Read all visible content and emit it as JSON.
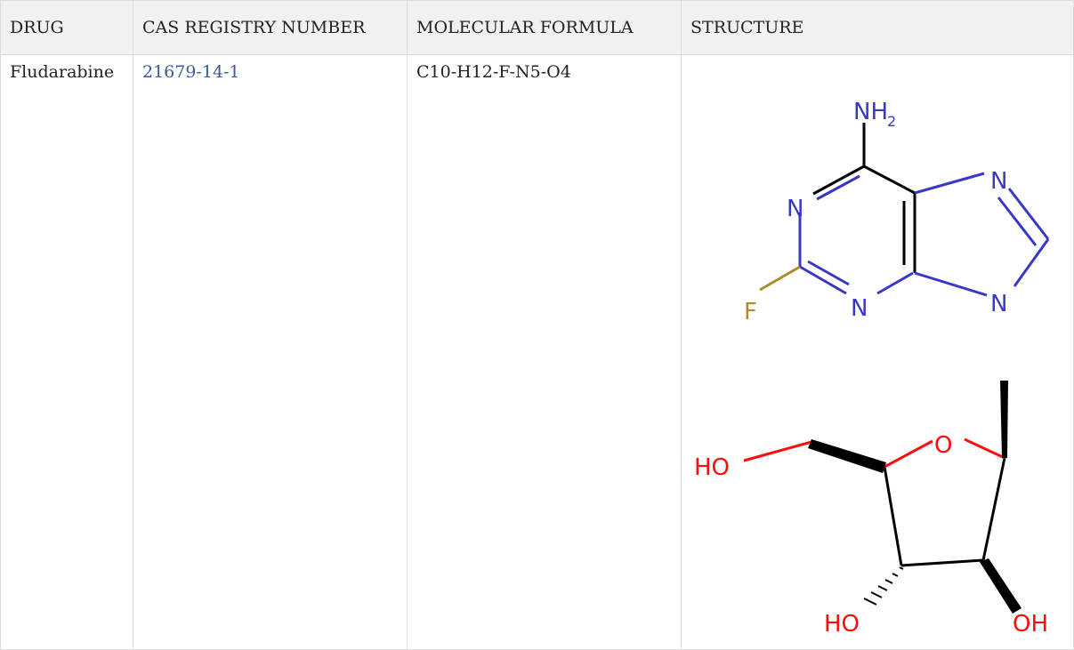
{
  "table": {
    "headers": [
      "DRUG",
      "CAS REGISTRY NUMBER",
      "MOLECULAR FORMULA",
      "STRUCTURE"
    ],
    "rows": [
      {
        "drug": "Fludarabine",
        "cas": "21679-14-1",
        "formula": "C10-H12-F-N5-O4"
      }
    ]
  },
  "structure": {
    "atoms": {
      "nh2_n": "NH",
      "nh2_sub": "2",
      "n1": "N",
      "n3": "N",
      "n7": "N",
      "n9": "N",
      "f": "F",
      "ho_ch2": "HO",
      "o_ring": "O",
      "ho_3": "HO",
      "oh_2": "OH"
    },
    "colors": {
      "nitrogen": "#3838c8",
      "oxygen": "#ff0d0d",
      "fluorine": "#b08a28",
      "bond": "#000000"
    }
  }
}
